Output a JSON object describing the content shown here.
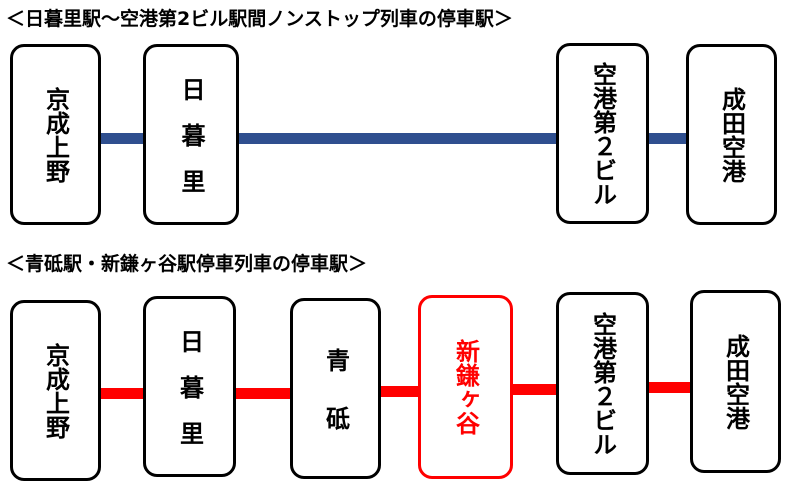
{
  "nonstop": {
    "title": "＜日暮里駅～空港第2ビル駅間ノンストップ列車の停車駅＞",
    "line_color": "#2F4F8F",
    "stations": [
      "京成上野",
      "日暮里",
      "空港第２ビル",
      "成田空港"
    ]
  },
  "local": {
    "title": "＜青砥駅・新鎌ヶ谷駅停車列車の停車駅＞",
    "line_color": "#FF0000",
    "stations": [
      "京成上野",
      "日暮里",
      "青砥",
      "新鎌ヶ谷",
      "空港第２ビル",
      "成田空港"
    ],
    "highlighted": "新鎌ヶ谷"
  }
}
